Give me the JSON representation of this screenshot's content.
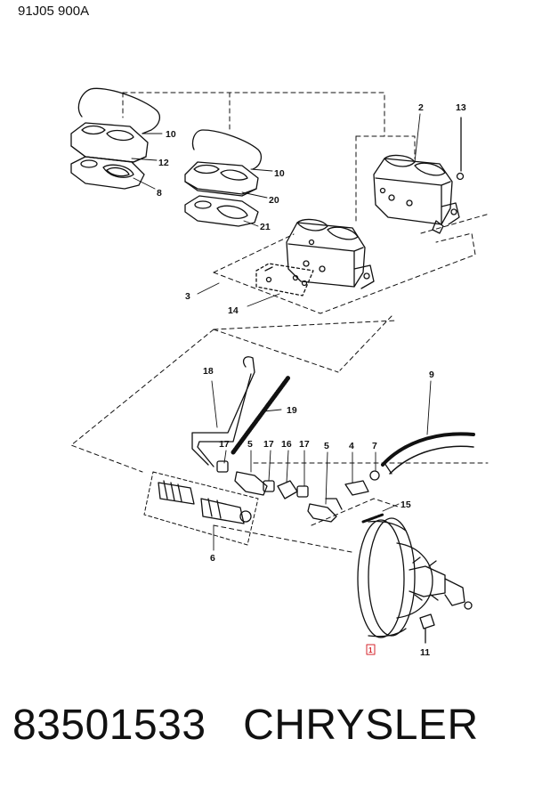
{
  "header": {
    "code": "91J05  900A"
  },
  "footer": {
    "part_number": "83501533",
    "brand": "CHRYSLER"
  },
  "callouts": {
    "c1": "1",
    "c2": "2",
    "c3": "3",
    "c4": "4",
    "c5a": "5",
    "c5b": "5",
    "c6": "6",
    "c7": "7",
    "c8": "8",
    "c9": "9",
    "c10a": "10",
    "c10b": "10",
    "c11": "11",
    "c12": "12",
    "c13": "13",
    "c14": "14",
    "c15": "15",
    "c16": "16",
    "c17a": "17",
    "c17b": "17",
    "c17c": "17",
    "c18": "18",
    "c19": "19",
    "c20": "20",
    "c21": "21"
  },
  "colors": {
    "ink": "#111111",
    "highlight": "#d6262c",
    "background": "#ffffff"
  }
}
